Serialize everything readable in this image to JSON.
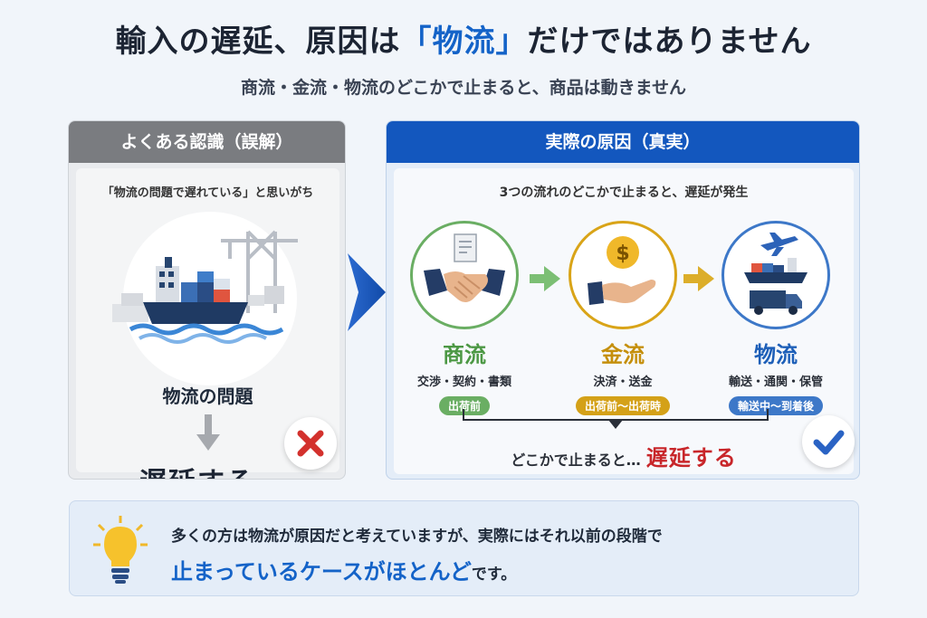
{
  "header": {
    "title_part1": "輸入の遅延、原因は",
    "title_highlight": "「物流」",
    "title_part2": "だけではありません",
    "subtitle": "商流・金流・物流のどこかで止まると、商品は動きません"
  },
  "left_panel": {
    "heading": "よくある認識（誤解）",
    "caption": "「物流の問題で遅れている」と思いがち",
    "problem_label": "物流の問題",
    "result_label": "遅延する"
  },
  "right_panel": {
    "heading": "実際の原因（真実）",
    "caption": "3つの流れのどこかで止まると、遅延が発生",
    "steps": [
      {
        "name": "商流",
        "desc": "交渉・契約・書類",
        "tag": "出荷前"
      },
      {
        "name": "金流",
        "desc": "決済・送金",
        "tag": "出荷前〜出荷時"
      },
      {
        "name": "物流",
        "desc": "輸送・通関・保管",
        "tag": "輸送中〜到着後"
      }
    ],
    "conclusion_prefix": "どこかで止まると…",
    "conclusion_highlight": "遅延する"
  },
  "note": {
    "line1": "多くの方は物流が原因だと考えていますが、実際にはそれ以前の段階で",
    "line2_highlight": "止まっているケースがほとんど",
    "line2_suffix": "です。"
  },
  "colors": {
    "accent_blue": "#1463c8",
    "header_blue": "#1357be",
    "header_gray": "#7a7c80",
    "commerce_green": "#6aae63",
    "money_gold": "#d4a118",
    "logistics_blue": "#3d78c8",
    "delay_red": "#c8262a"
  },
  "icons": {
    "left_illustration": "cargo-ship-icon",
    "wrong": "cross-icon",
    "right": "check-icon",
    "commerce": "handshake-icon",
    "money": "coin-hand-icon",
    "logistics": "plane-ship-truck-icon",
    "tip": "lightbulb-icon"
  }
}
